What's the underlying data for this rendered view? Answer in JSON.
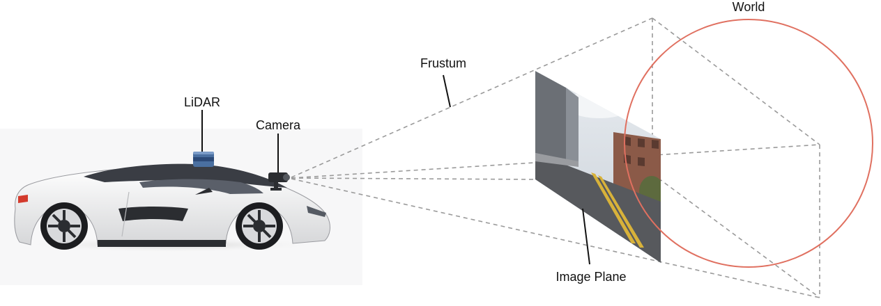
{
  "labels": {
    "world": "World",
    "frustum": "Frustum",
    "lidar": "LiDAR",
    "camera": "Camera",
    "image_plane": "Image Plane"
  },
  "colors": {
    "world_circle": "#e07060",
    "frustum_lines": "#9a9a9a",
    "callout_lines": "#111111",
    "car_body": "#e9e9ea",
    "car_roof": "#3a3d44",
    "lidar_sensor": "#4a6fa0"
  }
}
